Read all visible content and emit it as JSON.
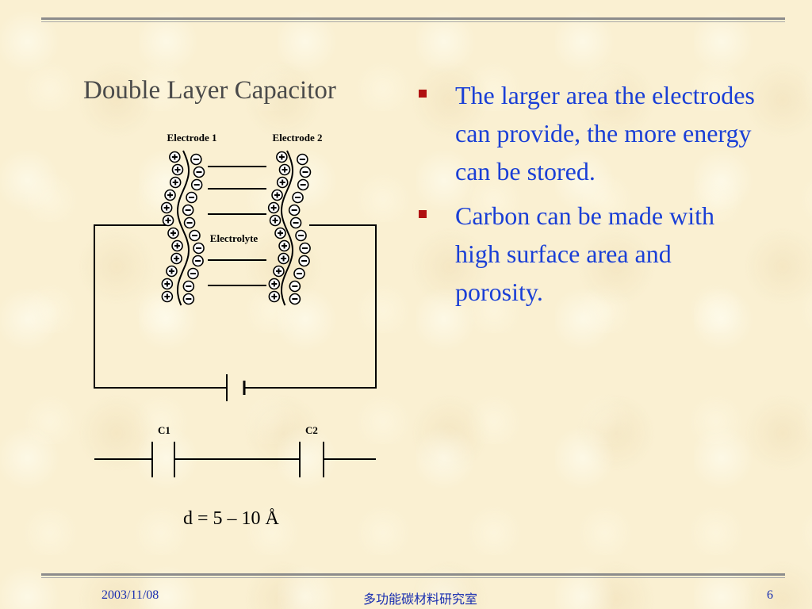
{
  "slide": {
    "title": "Double Layer Capacitor",
    "bullets": [
      "The larger area the electrodes can provide, the more energy can be stored.",
      "Carbon can be made with high surface area and porosity."
    ],
    "diagram": {
      "electrode1_label": "Electrode 1",
      "electrode2_label": "Electrode 2",
      "electrolyte_label": "Electrolyte",
      "c1_label": "C1",
      "c2_label": "C2",
      "distance_label": "d = 5 – 10 Å"
    }
  },
  "footer": {
    "date": "2003/11/08",
    "organization": "多功能碳材料研究室",
    "page_number": "6"
  },
  "colors": {
    "background": "#faf0d2",
    "bullet_text": "#1a3fd6",
    "bullet_marker": "#b01010",
    "title_text": "#4a4a4a",
    "footer_text": "#1a2fb0",
    "rule": "#8c8c8c"
  }
}
